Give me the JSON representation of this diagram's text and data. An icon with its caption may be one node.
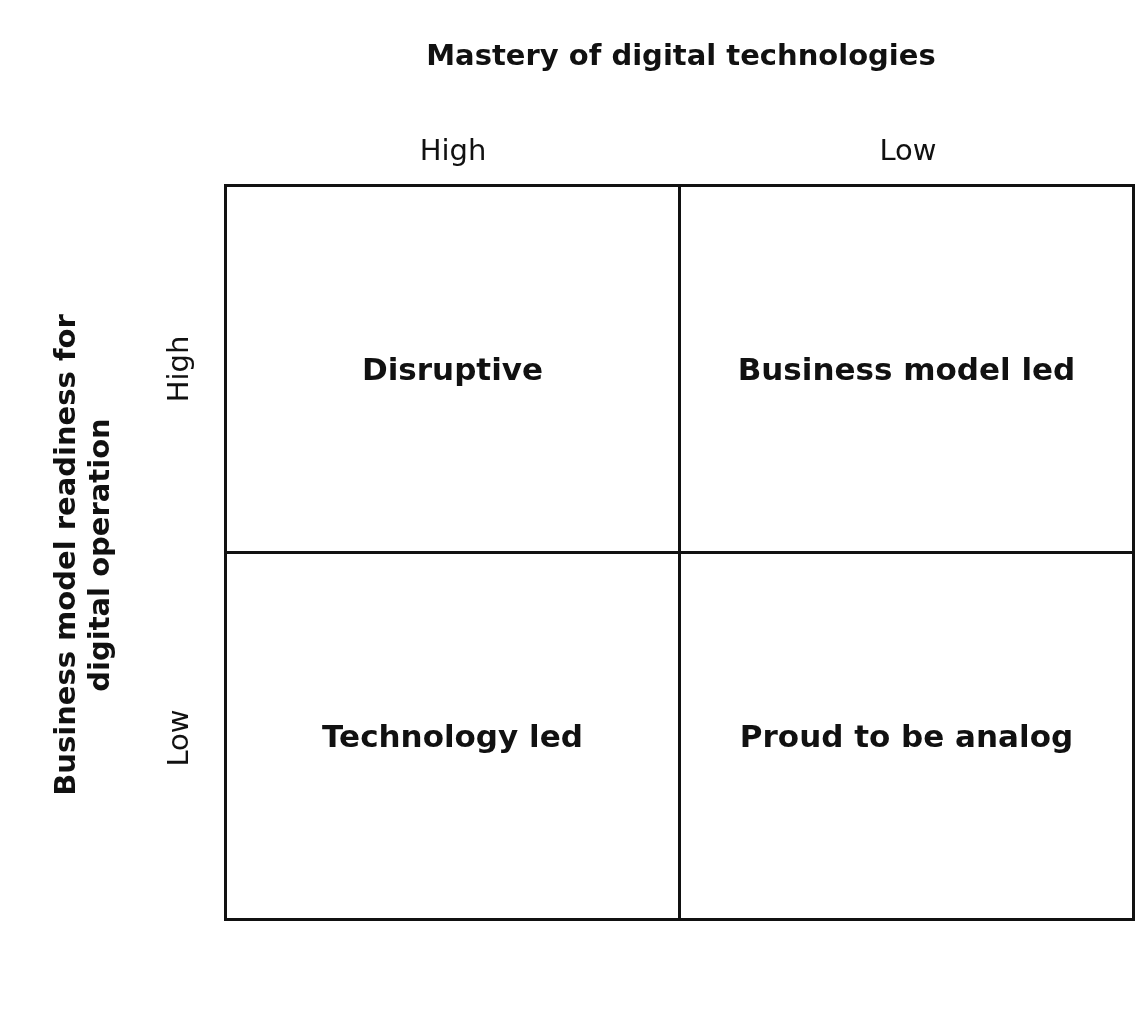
{
  "diagram": {
    "nodes": [
      {
        "text": [
          "Disruptive"
        ]
      },
      {
        "text": [
          "Business model led"
        ]
      },
      {
        "text": [
          "Technology led"
        ]
      },
      {
        "text": [
          "Proud to be analog"
        ]
      }
    ],
    "labels": [
      "Mastery of digital technologies",
      "High",
      "Low",
      "Business model readiness for digital operation",
      "High",
      "Low"
    ]
  }
}
